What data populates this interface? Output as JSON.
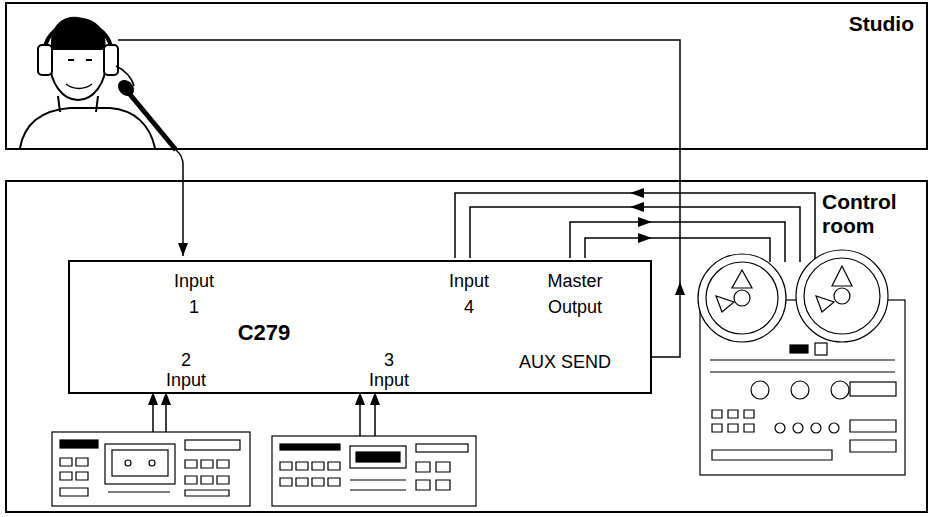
{
  "diagram": {
    "nodes": [
      {
        "text": [
          "Studio"
        ]
      },
      {
        "text": [
          "Control room"
        ]
      },
      {
        "text": [
          "Input 1",
          "Input 4",
          "Master Output",
          "C279",
          "2 Input",
          "3 Input",
          "AUX SEND"
        ],
        "in": 1
      }
    ]
  }
}
